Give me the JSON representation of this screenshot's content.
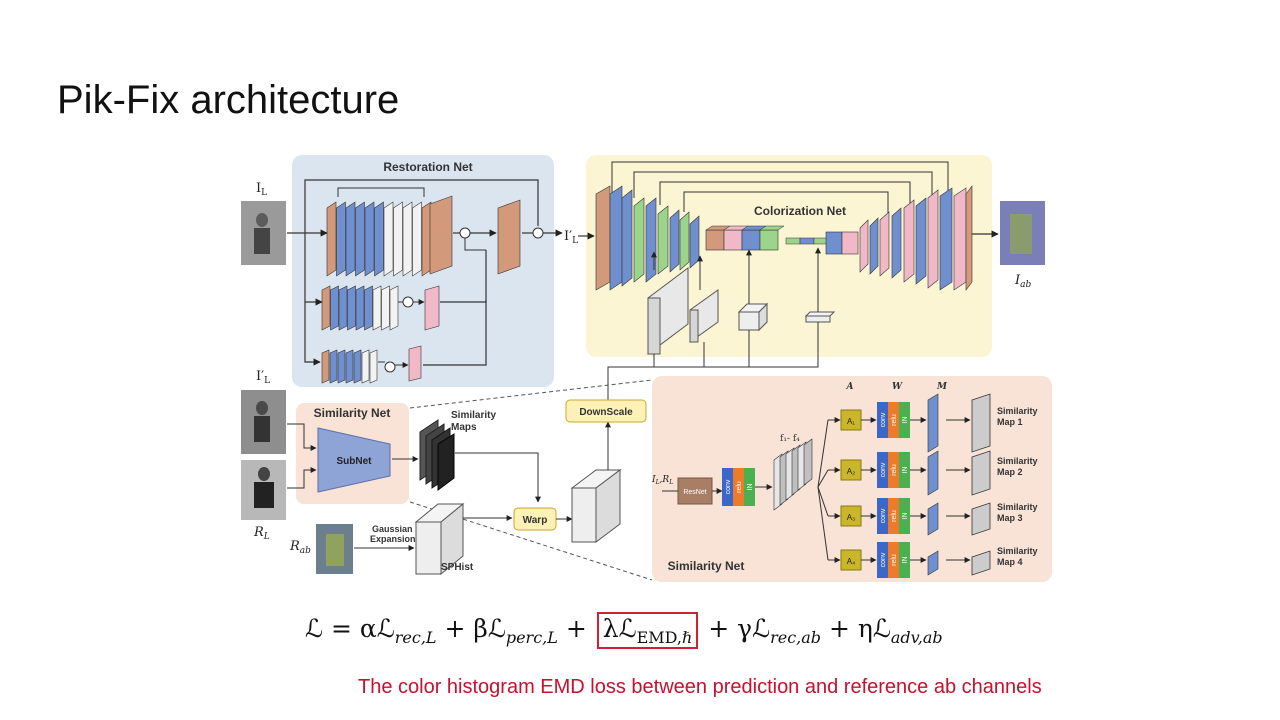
{
  "slide": {
    "title": "Pik-Fix architecture",
    "caption": "The color histogram EMD loss between prediction and reference ab channels"
  },
  "equation": {
    "part1": "ℒ = αℒ",
    "sub1": "rec,L",
    "part2": " + βℒ",
    "sub2": "perc,L",
    "part3": " + ",
    "highlight_main": "λℒ",
    "highlight_sub": "EMD,ℏ",
    "part4": " + γℒ",
    "sub4": "rec,ab",
    "part5": " + ηℒ",
    "sub5": "adv,ab"
  },
  "diagram": {
    "restoration_title": "Restoration Net",
    "colorization_title": "Colorization Net",
    "similarity_title": "Similarity Net",
    "similarity_detail_title": "Similarity Net",
    "subnet_label": "SubNet",
    "similarity_maps_label": [
      "Similarity",
      "Maps"
    ],
    "downscale_label": "DownScale",
    "warp_label": "Warp",
    "gaussian_label": [
      "Gaussian",
      "Expansion"
    ],
    "sphist_label": "SPHist",
    "resnet_label": "ResNet",
    "conv_label": "conv",
    "relu_label": "relu",
    "in_label": "IN",
    "input_IL": "I",
    "input_IL_sub": "L",
    "input_ILprime": "I′",
    "input_ILprime_sub": "L",
    "input_RL": "R",
    "input_RL_sub": "L",
    "input_Rab": "R",
    "input_Rab_sub": "ab",
    "output_Iab": "I",
    "output_Iab_sub": "ab",
    "mid_ILprime": "I′",
    "mid_ILprime_sub": "L",
    "detail_input": "I",
    "detail_input_sub1": "L",
    "detail_input_sep": ",R",
    "detail_input_sub2": "L",
    "features_label": "f₁- f₄",
    "col_A": "A",
    "col_W": "W",
    "col_M": "M",
    "attention_labels": [
      "A₁",
      "A₂",
      "A₃",
      "A₄"
    ],
    "similarity_map_labels": [
      [
        "Similarity",
        "Map 1"
      ],
      [
        "Similarity",
        "Map 2"
      ],
      [
        "Similarity",
        "Map 3"
      ],
      [
        "Similarity",
        "Map 4"
      ]
    ]
  },
  "colors": {
    "restoration_bg": "#dbe5f0",
    "colorization_bg": "#fbf5d3",
    "similarity_bg": "#f8e3d6",
    "blue_layer": "#6f8fcf",
    "orange_layer": "#d29a7a",
    "green_layer": "#9bd48a",
    "pink_layer": "#f1b8c7",
    "attention_box": "#c9b62a",
    "resnet_box": "#a87e65",
    "highlight": "#d32032",
    "caption": "#c8102e"
  }
}
